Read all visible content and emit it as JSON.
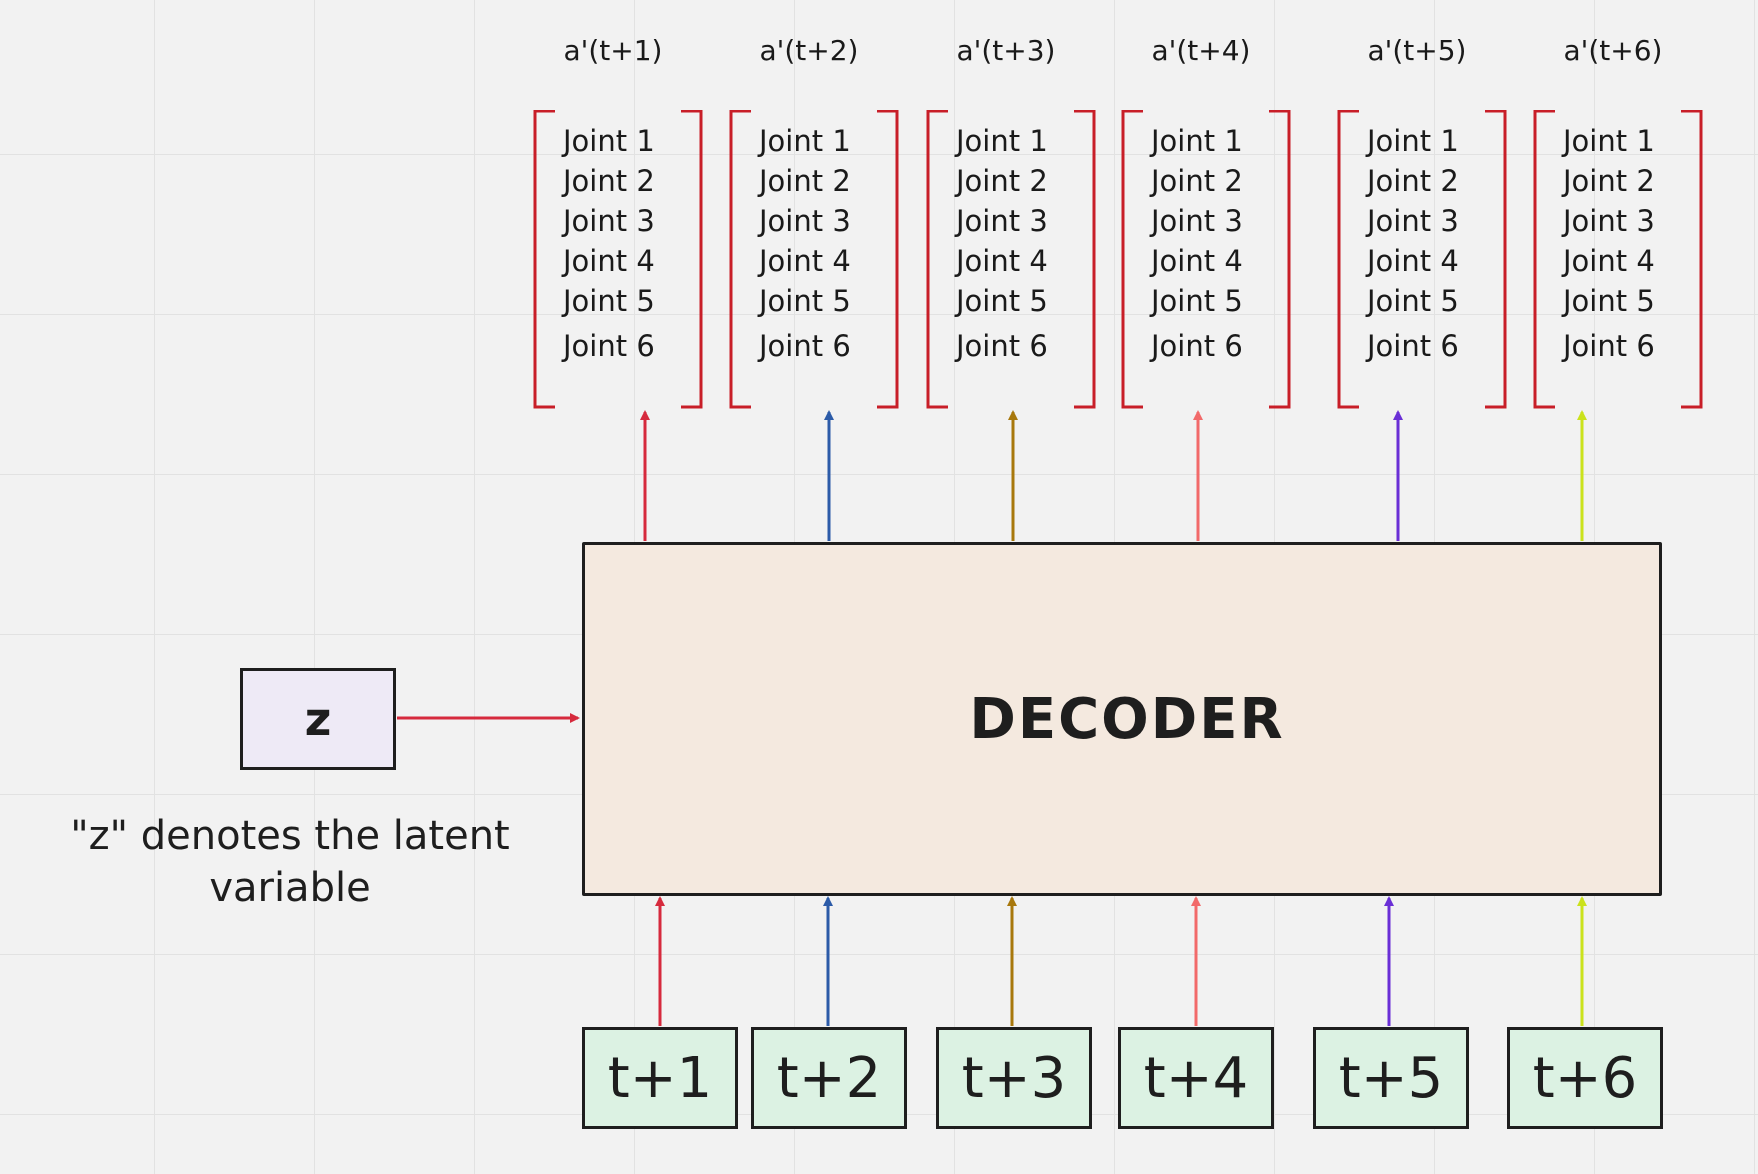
{
  "decoder_label": "DECODER",
  "latent": {
    "label": "z",
    "note": "\"z\" denotes the latent variable",
    "arrow_color": "#d62a3d"
  },
  "bracket_color": "#c81e28",
  "timesteps": [
    {
      "input": "t+1",
      "output": "a'(t+1)",
      "color": "#d62a3d",
      "joints": [
        "Joint 1",
        "Joint 2",
        "Joint 3",
        "Joint 4",
        "Joint 5",
        "Joint 6"
      ]
    },
    {
      "input": "t+2",
      "output": "a'(t+2)",
      "color": "#2c5ba8",
      "joints": [
        "Joint 1",
        "Joint 2",
        "Joint 3",
        "Joint 4",
        "Joint 5",
        "Joint 6"
      ]
    },
    {
      "input": "t+3",
      "output": "a'(t+3)",
      "color": "#a8780c",
      "joints": [
        "Joint 1",
        "Joint 2",
        "Joint 3",
        "Joint 4",
        "Joint 5",
        "Joint 6"
      ]
    },
    {
      "input": "t+4",
      "output": "a'(t+4)",
      "color": "#f26a6a",
      "joints": [
        "Joint 1",
        "Joint 2",
        "Joint 3",
        "Joint 4",
        "Joint 5",
        "Joint 6"
      ]
    },
    {
      "input": "t+5",
      "output": "a'(t+5)",
      "color": "#6a2fd6",
      "joints": [
        "Joint 1",
        "Joint 2",
        "Joint 3",
        "Joint 4",
        "Joint 5",
        "Joint 6"
      ]
    },
    {
      "input": "t+6",
      "output": "a'(t+6)",
      "color": "#cbe21c",
      "joints": [
        "Joint 1",
        "Joint 2",
        "Joint 3",
        "Joint 4",
        "Joint 5",
        "Joint 6"
      ]
    }
  ]
}
